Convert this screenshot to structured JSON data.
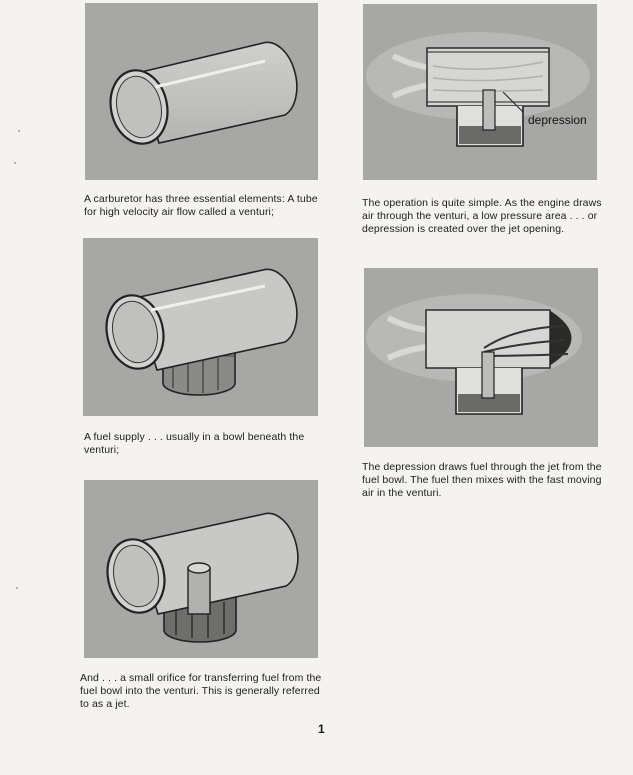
{
  "captions": {
    "venturi": "A carburetor has three essential elements: A tube for high velocity air flow called a venturi;",
    "fuel_supply": "A fuel supply . . . usually in a bowl beneath the venturi;",
    "jet": "And . . . a small orifice for transferring fuel from the fuel bowl into the venturi. This is generally referred to as a jet.",
    "operation": "The operation is quite simple. As the engine draws air through the venturi, a low pressure area . . . or depression is created over the jet opening.",
    "fuel_draw": "The depression draws fuel through the jet from the fuel bowl. The fuel then mixes with the fast moving air in the venturi."
  },
  "labels": {
    "depression": "depression"
  },
  "page_number": "1"
}
